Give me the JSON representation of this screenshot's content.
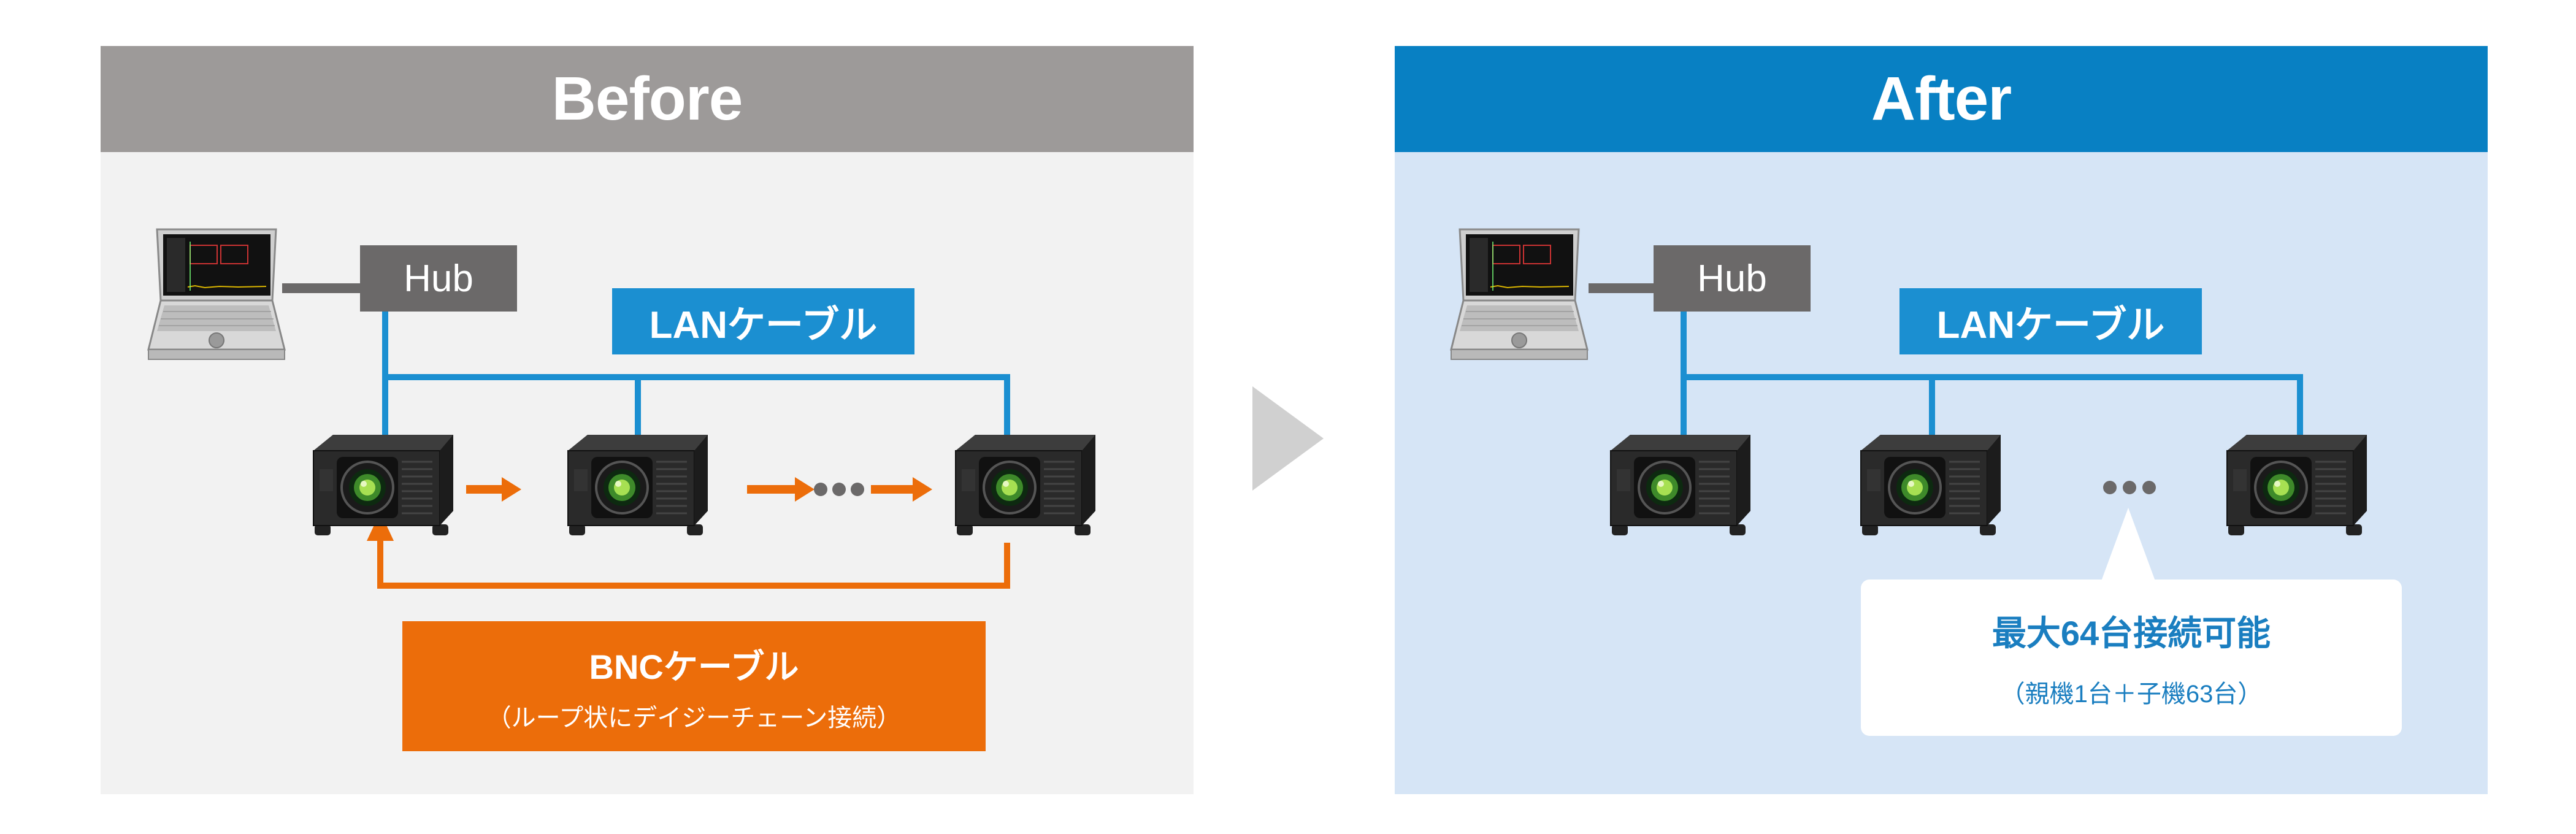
{
  "before": {
    "title": "Before",
    "hub_label": "Hub",
    "lan_label": "LANケーブル",
    "bnc_title": "BNCケーブル",
    "bnc_subtitle": "（ループ状にデイジーチェーン接続）"
  },
  "after": {
    "title": "After",
    "hub_label": "Hub",
    "lan_label": "LANケーブル",
    "callout_title": "最大64台接続可能",
    "callout_subtitle": "（親機1台＋子機63台）"
  },
  "colors": {
    "before_header": "#9d9a99",
    "after_header": "#0880c3",
    "lan_blue": "#1b8fd1",
    "bnc_orange": "#ec6d0a",
    "hub_gray": "#6b6969"
  }
}
